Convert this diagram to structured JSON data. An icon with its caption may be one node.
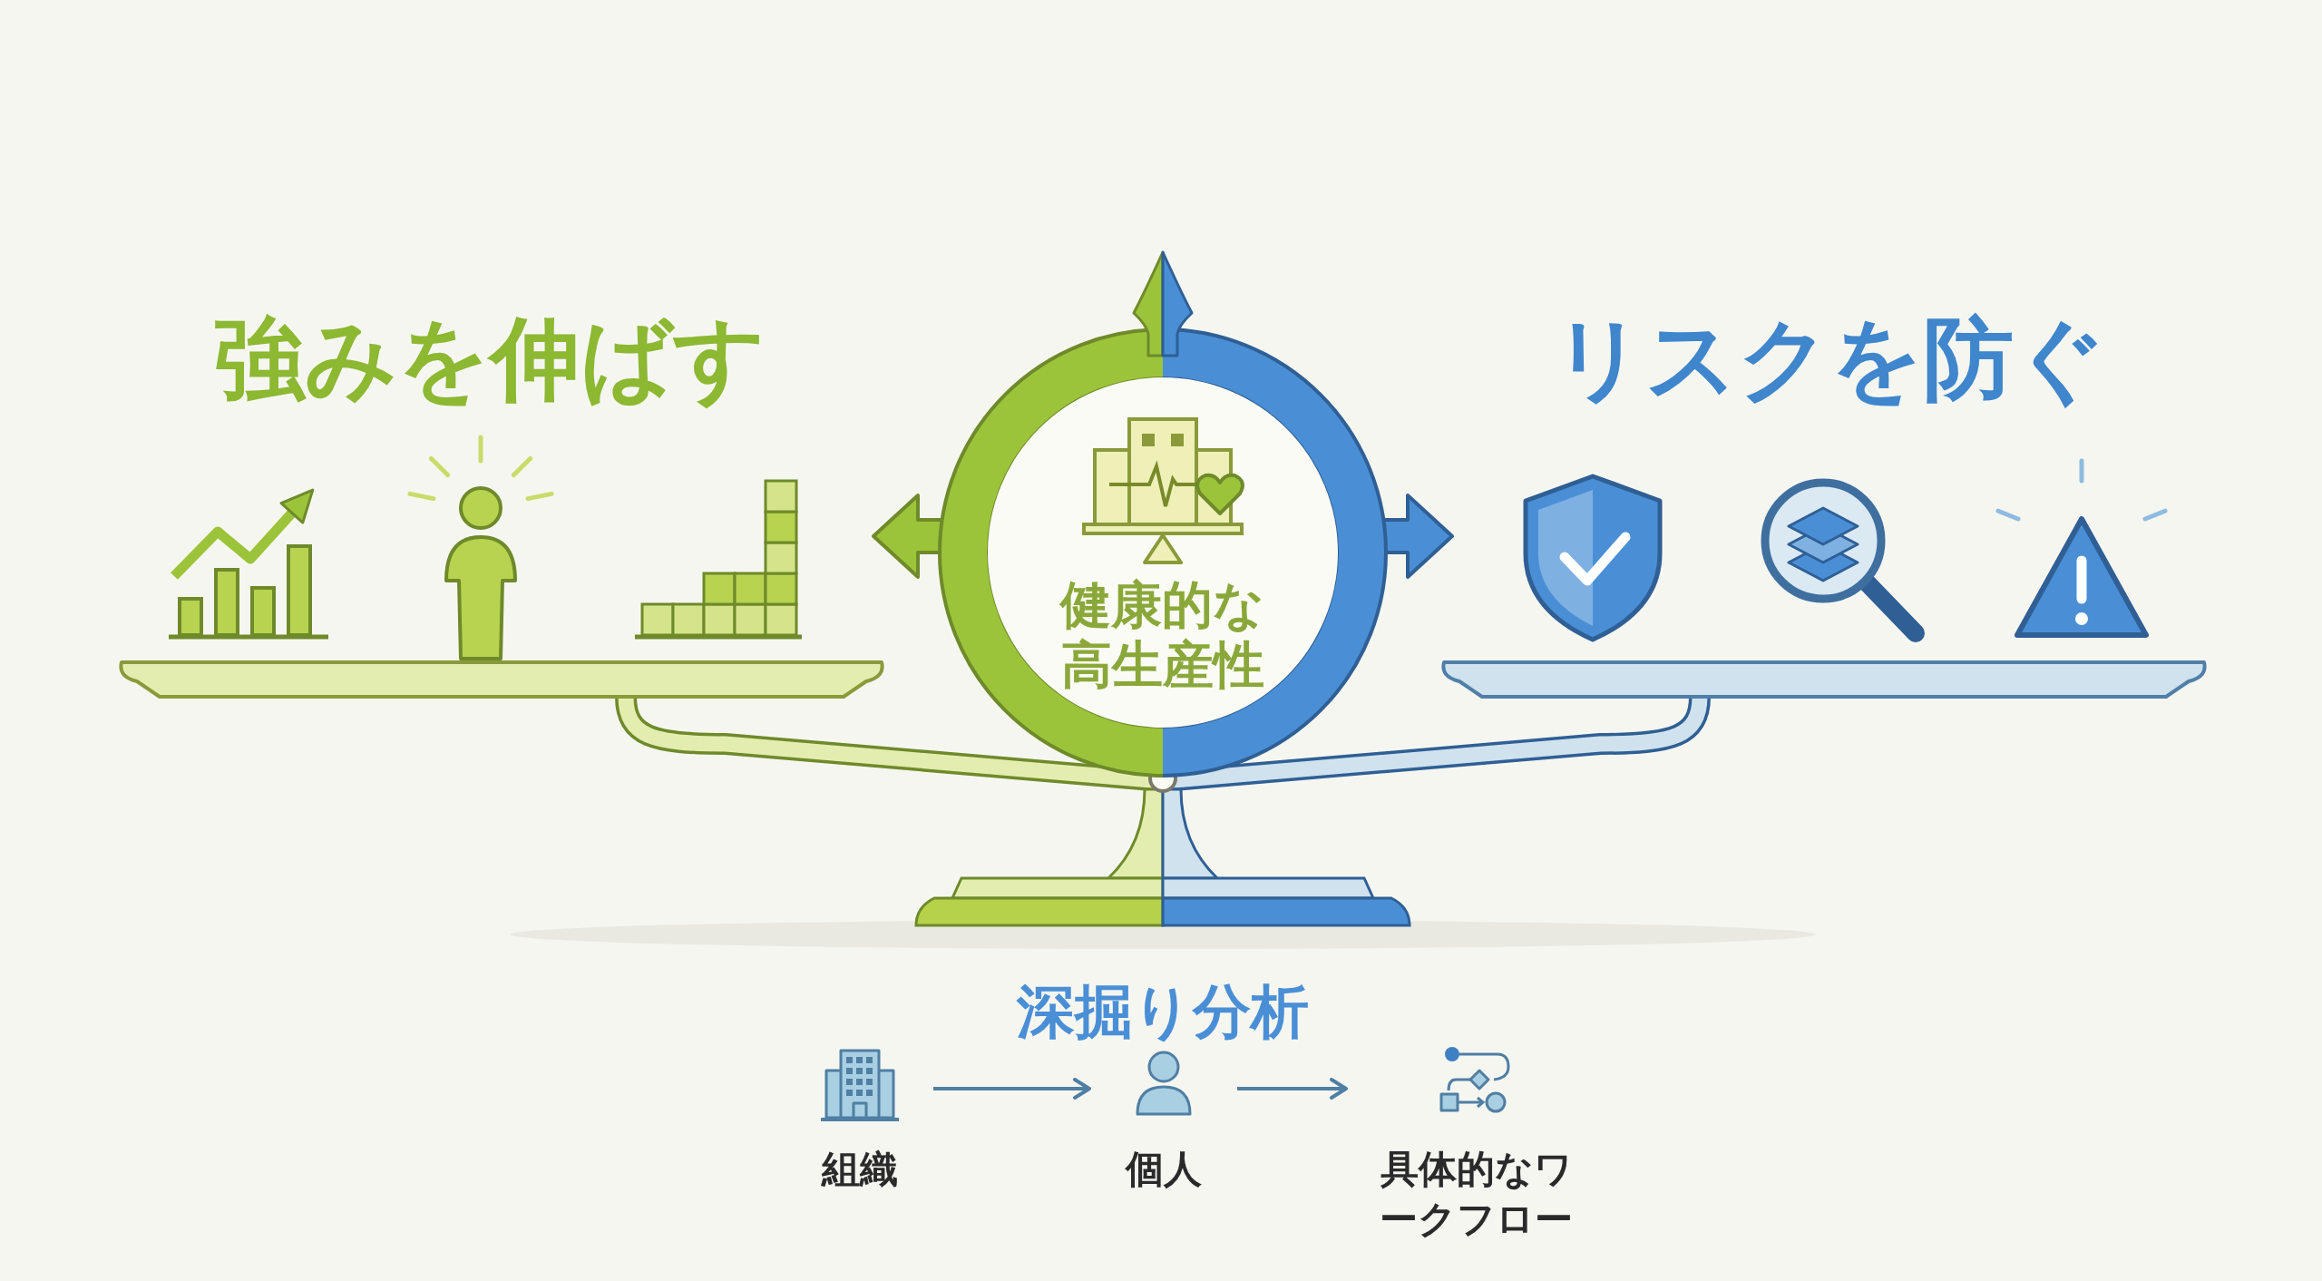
{
  "diagram": {
    "nodes": [
      {
        "text": [
          "健康的な高生産性"
        ]
      },
      {
        "text": [
          "組織"
        ]
      },
      {
        "text": [
          "個人"
        ]
      },
      {
        "text": [
          "具体的なワークフロー"
        ]
      }
    ],
    "edges": [
      {
        "from": 1,
        "to": 2,
        "arrow": "to"
      },
      {
        "from": 2,
        "to": 3,
        "arrow": "to"
      }
    ],
    "labels": [
      "強みを伸ばす",
      "リスクを防ぐ",
      "深掘り分析"
    ]
  }
}
